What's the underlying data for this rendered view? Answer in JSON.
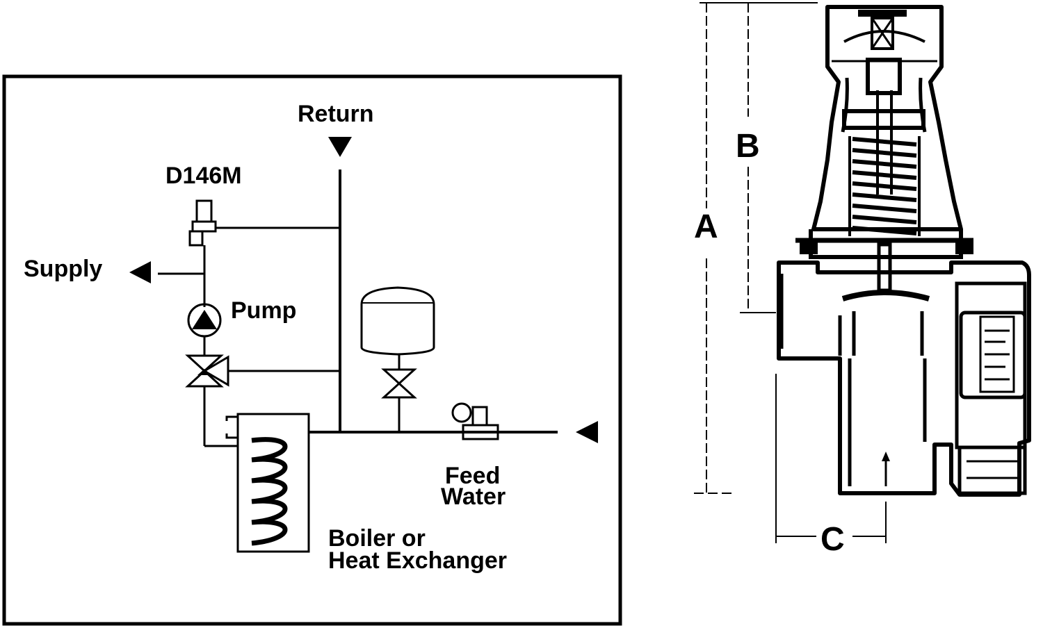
{
  "schematic": {
    "labels": {
      "return": "Return",
      "valve_model": "D146M",
      "supply": "Supply",
      "pump": "Pump",
      "feed_water_line1": "Feed",
      "feed_water_line2": "Water",
      "boiler_line1": "Boiler or",
      "boiler_line2": "Heat Exchanger"
    }
  },
  "dimension_drawing": {
    "labels": {
      "a": "A",
      "b": "B",
      "c": "C"
    }
  }
}
